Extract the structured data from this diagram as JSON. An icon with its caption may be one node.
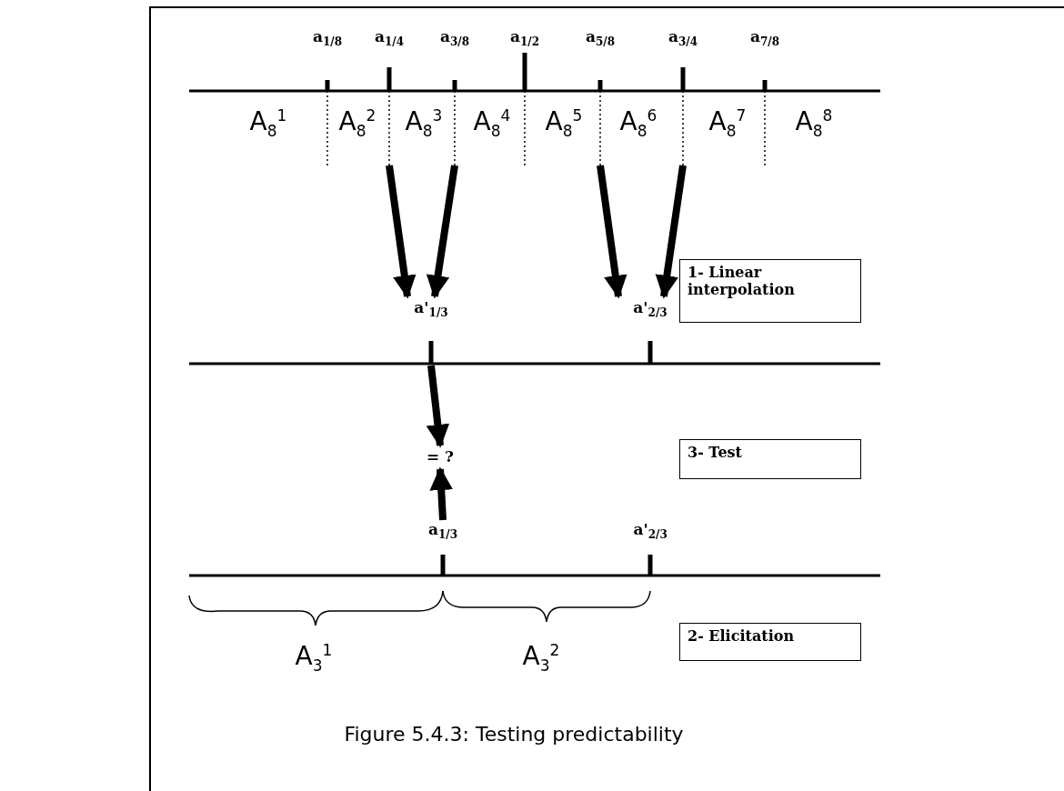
{
  "diagram": {
    "caption": "Figure 5.4.3: Testing predictability",
    "nodes": [
      {
        "text": [
          "a$_{1/4}$"
        ]
      },
      {
        "text": [
          "a$_{3/8}$"
        ]
      },
      {
        "text": [
          "a$_{5/8}$"
        ]
      },
      {
        "text": [
          "a$_{3/4}$"
        ]
      },
      {
        "text": [
          "1- Linear interpolation"
        ]
      },
      {
        "text": [
          "a'$_{1/3}$"
        ]
      },
      {
        "text": [
          "a'$_{2/3}$"
        ]
      },
      {
        "text": [
          "3- Test"
        ]
      },
      {
        "text": [
          "= ?"
        ]
      },
      {
        "text": [
          "a$_{1/3}$"
        ]
      },
      {
        "text": [
          "2- Elicitation"
        ]
      }
    ],
    "edges": [
      {
        "from": 0,
        "to": 5,
        "arrow": "to"
      },
      {
        "from": 1,
        "to": 5,
        "arrow": "to"
      },
      {
        "from": 2,
        "to": 6,
        "arrow": "to"
      },
      {
        "from": 3,
        "to": 6,
        "arrow": "to"
      },
      {
        "from": 5,
        "to": 8,
        "arrow": "to"
      },
      {
        "from": 9,
        "to": 8,
        "arrow": "to"
      }
    ],
    "labels": [
      "a$_{1/8}$",
      "a$_{1/2}$",
      "a$_{7/8}$",
      "A$_{8}$$^{1}$",
      "A$_{8}$$^{2}$",
      "A$_{8}$$^{3}$",
      "A$_{8}$$^{4}$",
      "A$_{8}$$^{5}$",
      "A$_{8}$$^{6}$",
      "A$_{8}$$^{7}$",
      "A$_{8}$$^{8}$",
      "a'$_{2/3}$",
      "A$_{3}$$^{1}$",
      "A$_{3}$$^{2}$"
    ]
  }
}
